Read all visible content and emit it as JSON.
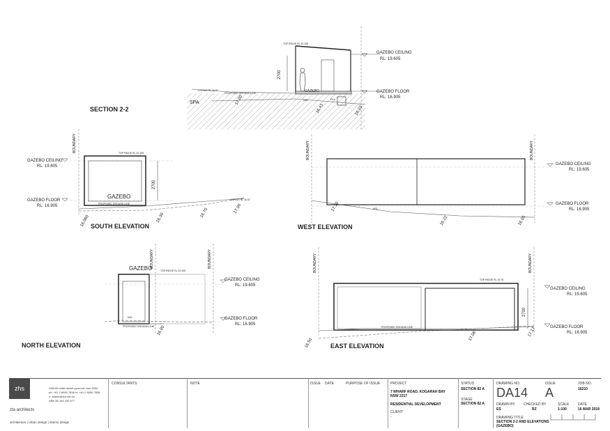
{
  "views": {
    "section22": {
      "title": "SECTION 2-2",
      "top_ridge": "TOP RIDGE RL 20.105",
      "dim": "2700",
      "gazebo": "GAZEBO",
      "spa": "SPA",
      "coping": "COPING RL 16.97",
      "proposed_ground": "PROPOSED GROUND LINE",
      "ngl": "NGL",
      "fill": "FILL",
      "ceiling_label": "GAZEBO CEILING",
      "ceiling_rl": "RL: 19.605",
      "floor_label": "GAZEBO FLOOR",
      "floor_rl": "RL: 16.905",
      "levels": [
        "17.00",
        "16.41",
        "16.23"
      ]
    },
    "south": {
      "title": "SOUTH ELEVATION",
      "boundary": "BOUNDARY",
      "top_ridge": "TOP RIDGE RL 20.105",
      "dim": "2700",
      "gazebo": "GAZEBO",
      "proposed_ground": "PROPOSED GROUND LINE",
      "coping": "COPING RL 16.97",
      "ceiling_label": "GAZEBO CEILING",
      "ceiling_rl": "RL: 19.605",
      "floor_label": "GAZEBO FLOOR",
      "floor_rl": "RL: 16.905",
      "levels": [
        "16.060",
        "16.30",
        "16.70",
        "17.00"
      ]
    },
    "west": {
      "title": "WEST ELEVATION",
      "boundary_left": "BOUNDARY",
      "boundary_right": "BOUNDARY",
      "ngl": "NGL",
      "ceiling_label": "GAZEBO CEILING",
      "ceiling_rl": "RL: 19.605",
      "floor_label": "GAZEBO FLOOR",
      "floor_rl": "RL: 16.905",
      "levels": [
        "17.10",
        "16.22",
        "16.05"
      ]
    },
    "north": {
      "title": "NORTH ELEVATION",
      "boundary_left": "BOUNDARY",
      "boundary_right": "BOUNDARY",
      "gazebo": "GAZEBO",
      "top_ridge": "TOP RIDGE RL 20.105",
      "ngl": "NGL",
      "proposed_ground": "PROPOSED GROUND LINE",
      "ceiling_label": "GAZEBO CEILING",
      "ceiling_rl": "RL: 19.605",
      "floor_label": "GAZEBO FLOOR",
      "floor_rl": "RL: 16.905",
      "levels": [
        "16.00"
      ]
    },
    "east": {
      "title": "EAST ELEVATION",
      "boundary_left": "BOUNDARY",
      "boundary_right": "BOUNDARY",
      "top_ridge": "TOP RIDGE RL 19.75",
      "dim": "2700",
      "proposed_ground": "PROPOSED GROUND LINE",
      "ceiling_label": "GAZEBO CEILING",
      "ceiling_rl": "RL: 19.605",
      "floor_label": "GAZEBO FLOOR",
      "floor_rl": "RL: 16.905",
      "levels": [
        "16.50",
        "17.08",
        "17.17"
      ]
    }
  },
  "title_block": {
    "logo": "zhs",
    "firm": "zta architects",
    "tagline": "architecture | urban design | interior design",
    "address_lines": [
      "2/85-55 miller street pyrmont, nsw 2009",
      "ph: +61 2 8090 7836  fx: +61 2 8090 7836",
      "e: admin@zta.net.au",
      "ABN 56 164 432 577"
    ],
    "consultants": "CONSULTANTS",
    "note": "NOTE",
    "issue": "ISSUE",
    "date": "DATE",
    "purpose": "PURPOSE OF ISSUE",
    "project_label": "PROJECT",
    "project_lines": [
      "7 WHARF ROAD, KOGARAH BAY",
      "NSW 2217"
    ],
    "project_type": "RESIDENTIAL DEVELOPMENT",
    "client_label": "CLIENT",
    "client_value": "-",
    "status_label": "STATUS",
    "status_value": "SECTION 82 A",
    "stage_label": "STAGE",
    "stage_value": "SECTION 82 A",
    "drawing_no_label": "DRAWING NO.",
    "drawing_no": "DA14",
    "issue_label": "ISSUE",
    "issue_value": "A",
    "job_no_label": "JOB NO.",
    "job_no": "16210",
    "drawn_by_label": "DRAWN BY",
    "drawn_by": "ES",
    "checked_by_label": "CHECKED BY",
    "checked_by": "RZ",
    "scale_label": "SCALE",
    "scale": "1:100",
    "date_label": "DATE",
    "date_value": "16 MAR 2018",
    "drawing_title_label": "DRAWING TITLE",
    "drawing_title_lines": [
      "SECTION 2-2 AND ELEVATIONS",
      "(GAZEBO)"
    ]
  }
}
